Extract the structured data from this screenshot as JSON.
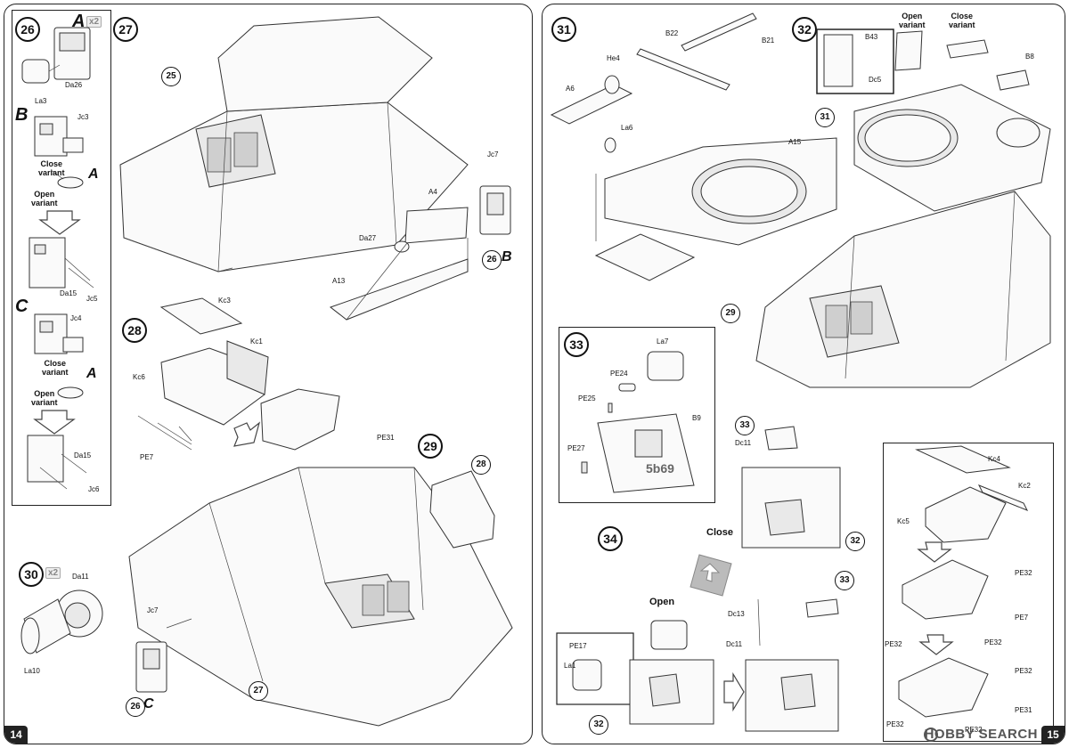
{
  "left_page": {
    "page_number": "14",
    "steps": {
      "s26": "26",
      "s27": "27",
      "s28": "28",
      "s29": "29",
      "s30": "30"
    },
    "s26_parts": {
      "letter_a": "A",
      "x2": "x2",
      "da26": "Da26",
      "la3": "La3"
    },
    "variant_b": {
      "letter": "B",
      "jc3": "Jc3",
      "close_variant": "Close\nvariant",
      "open_variant": "Open\nvariant",
      "letter_a": "A",
      "da15": "Da15",
      "jc5": "Jc5"
    },
    "variant_c": {
      "letter": "C",
      "jc4": "Jc4",
      "close_variant": "Close\nvariant",
      "open_variant": "Open\nvariant",
      "letter_a": "A",
      "da15": "Da15",
      "jc6": "Jc6"
    },
    "s27_parts": {
      "callout_25": "25",
      "a4": "A4",
      "da27": "Da27",
      "a13": "A13",
      "jc7": "Jc7",
      "callout_26": "26",
      "letter_b": "B"
    },
    "s28_parts": {
      "kc3": "Kc3",
      "kc1": "Kc1",
      "kc6": "Kc6",
      "pe7": "PE7",
      "pe31": "PE31"
    },
    "s29_parts": {
      "callout_28": "28",
      "jc7": "Jc7",
      "callout_26": "26",
      "letter_c": "C",
      "callout_27": "27"
    },
    "s30_parts": {
      "x2": "x2",
      "da11": "Da11",
      "la10": "La10"
    }
  },
  "right_page": {
    "page_number": "15",
    "steps": {
      "s31": "31",
      "s32": "32",
      "s33": "33",
      "s34": "34"
    },
    "s31_parts": {
      "b22": "B22",
      "b21": "B21",
      "he4": "He4",
      "a6": "A6",
      "la6": "La6",
      "a15": "A15"
    },
    "s32_parts": {
      "b43": "B43",
      "dc5": "Dc5",
      "open_variant": "Open\nvariant",
      "close_variant": "Close\nvariant",
      "b8": "B8",
      "callout_31": "31",
      "callout_29": "29"
    },
    "s33_parts": {
      "la7": "La7",
      "pe24": "PE24",
      "pe25": "PE25",
      "b9": "B9",
      "pe27": "PE27",
      "plate": "5b69"
    },
    "close_detail": {
      "callout_33": "33",
      "dc11": "Dc11",
      "close": "Close",
      "callout_32": "32"
    },
    "s34_parts": {
      "open": "Open",
      "callout_33": "33",
      "dc13": "Dc13",
      "dc11": "Dc11",
      "pe17": "PE17",
      "la1": "La1",
      "callout_32": "32"
    },
    "box_kc": {
      "kc4": "Kc4",
      "kc2": "Kc2",
      "kc5": "Kc5",
      "pe32_a": "PE32",
      "pe7": "PE7",
      "pe32_b": "PE32",
      "pe32_c": "PE32",
      "pe32_d": "PE32",
      "pe31": "PE31",
      "pe32_e": "PE32",
      "pe32_f": "PE32"
    },
    "watermark": "HOBBY SEARCH"
  }
}
